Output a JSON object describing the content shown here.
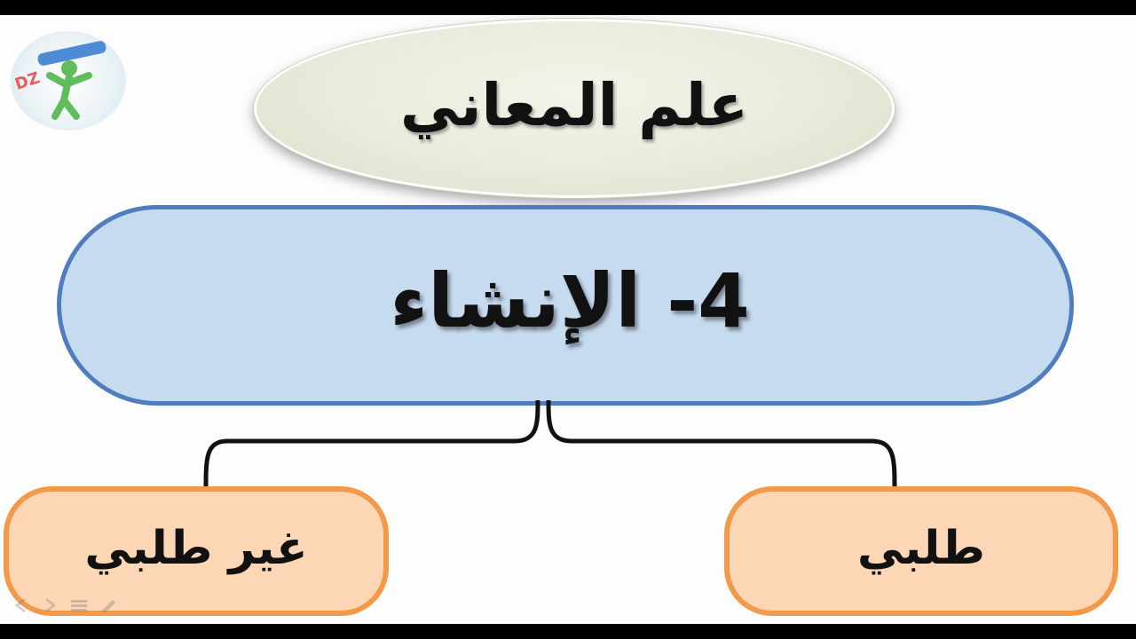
{
  "diagram": {
    "title": "علم المعاني",
    "main_node": "4- الإنشاء",
    "branches": [
      {
        "id": "left",
        "label": "غير طلبي"
      },
      {
        "id": "right",
        "label": "طلبي"
      }
    ]
  },
  "logo": {
    "text": "DZ",
    "icon": "person-with-pencil-logo"
  },
  "colors": {
    "title_fill": "#e9ebdb",
    "main_fill": "#c6daf0",
    "main_border": "#4f7dbd",
    "leaf_fill": "#fcd6b5",
    "leaf_border": "#f2994a",
    "connector": "#111111"
  }
}
